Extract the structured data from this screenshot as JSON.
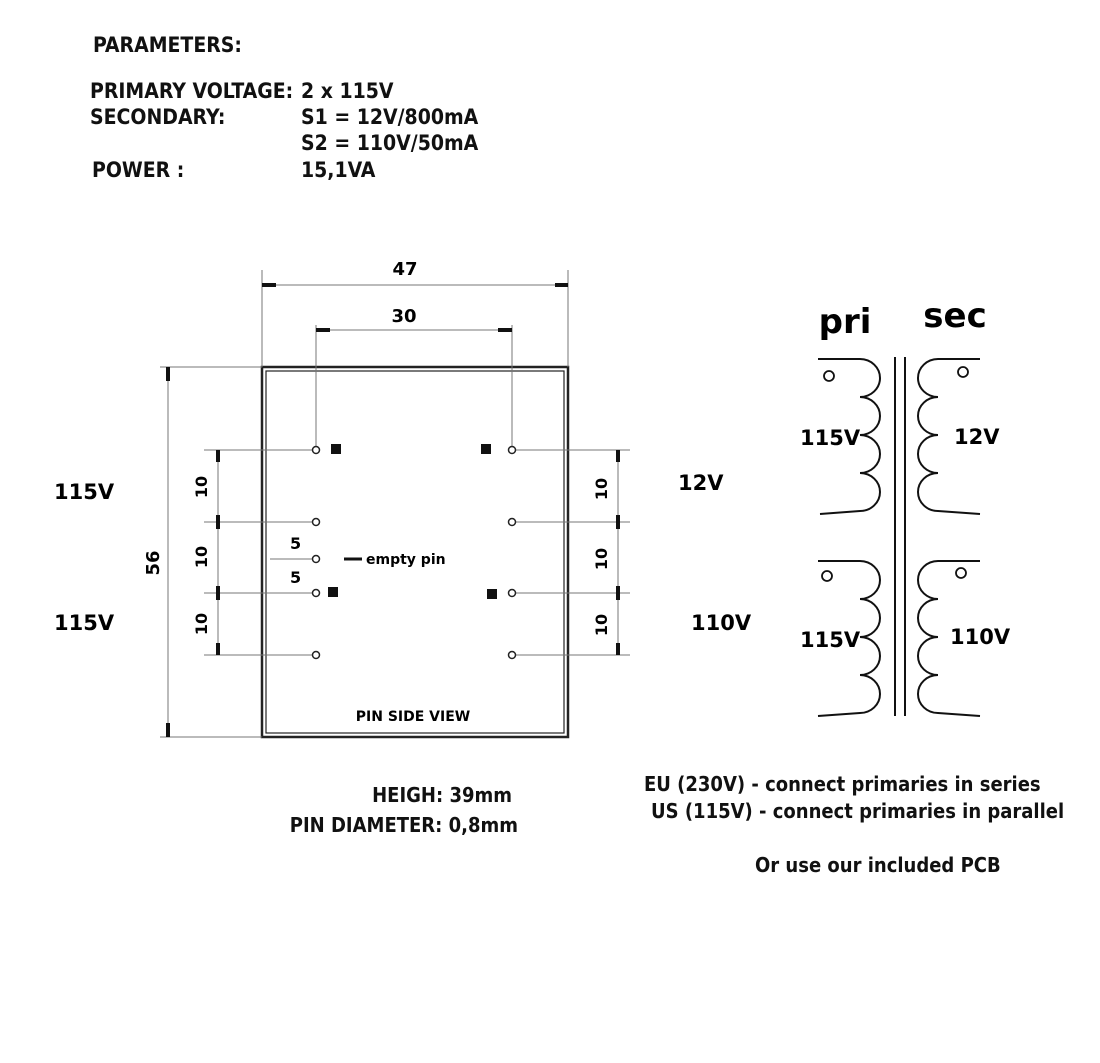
{
  "parameters": {
    "heading": "PARAMETERS:",
    "primary_label": "PRIMARY VOLTAGE:",
    "primary_value": "2 x 115V",
    "secondary_label": "SECONDARY:",
    "s1": "S1 = 12V/800mA",
    "s2": "S2 = 110V/50mA",
    "power_label": "POWER :",
    "power_value": "15,1VA"
  },
  "drawing": {
    "width_dim": "47",
    "pin_spacing_dim": "30",
    "height_dim": "56",
    "pitch_10_a": "10",
    "pitch_10_b": "10",
    "pitch_10_c": "10",
    "pitch_10_d": "10",
    "pitch_10_e": "10",
    "pitch_10_f": "10",
    "half_pitch_a": "5",
    "half_pitch_b": "5",
    "empty_pin": "empty pin",
    "view_label": "PIN SIDE VIEW",
    "left_upper_voltage": "115V",
    "left_lower_voltage": "115V",
    "right_upper_voltage": "12V",
    "right_lower_voltage": "110V"
  },
  "schematic": {
    "pri_label": "pri",
    "sec_label": "sec",
    "pri_upper": "115V",
    "pri_lower": "115V",
    "sec_upper": "12V",
    "sec_lower": "110V"
  },
  "specs": {
    "height": "HEIGH: 39mm",
    "pin_diameter": "PIN DIAMETER: 0,8mm"
  },
  "notes": {
    "eu": "EU (230V) - connect primaries in series",
    "us": "US (115V) - connect primaries in parallel",
    "pcb": "Or use our included PCB"
  },
  "colors": {
    "ink": "#111111",
    "dim_line": "#777777"
  }
}
